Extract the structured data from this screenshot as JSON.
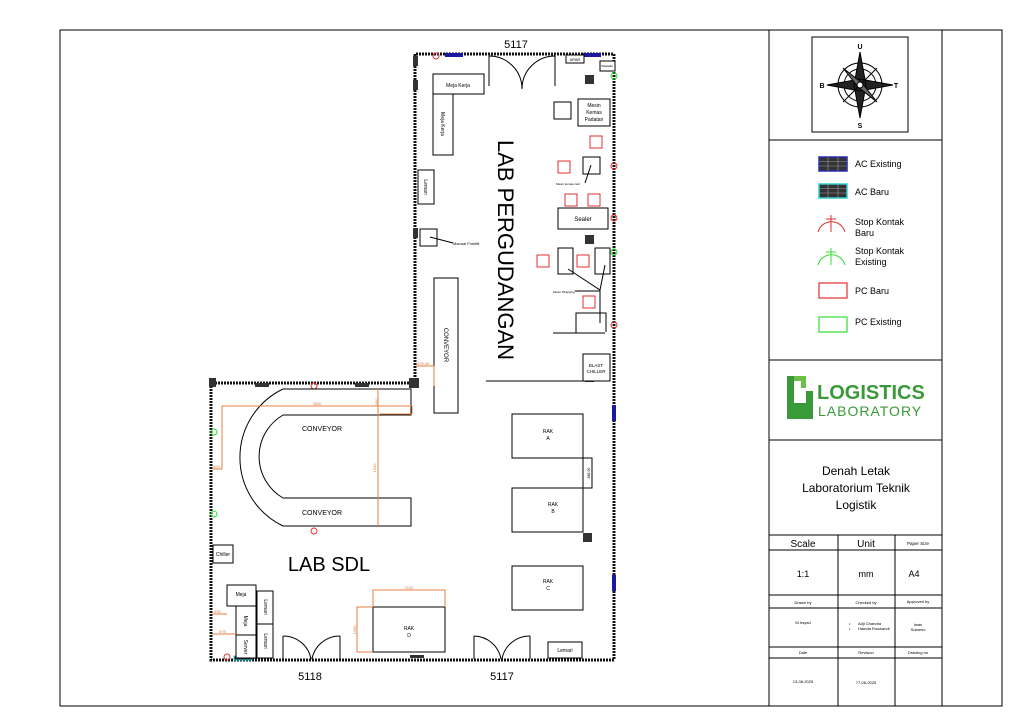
{
  "drawing": {
    "dim_top": "5117",
    "dim_bottom_left": "5118",
    "dim_bottom_right": "5117",
    "rooms": {
      "upper": "LAB PERGUDANGAN",
      "lower": "LAB SDL"
    },
    "labels": {
      "meja_kerja_1": "Meja Kerja",
      "meja_kerja_2": "Meja Kerja",
      "apar": "APAR",
      "wastafel": "Wastafel",
      "mesin_kemas_padatan": [
        "Mesin",
        "Kemas",
        "Padatan"
      ],
      "mesin_kemas_cair": "Mesin kemas cairr",
      "lemari_upper": "Lemari",
      "sealer": "Sealer",
      "manual_forklift": "Manual Forklift",
      "mesin_wrapping": "Mesin Wrapping",
      "conveyor_vertical": "CONVEYOR",
      "blast_chiller": [
        "BLAST",
        "CHILLER"
      ],
      "conveyor_top": "CONVEYOR",
      "conveyor_bottom": "CONVEYOR",
      "rak_a": [
        "RAK",
        "A"
      ],
      "rak_b": [
        "RAK",
        "B"
      ],
      "rak_c": [
        "RAK",
        "C"
      ],
      "rak_d": [
        "RAK",
        "D"
      ],
      "chiller": "Chiller",
      "meja_1": "Meja",
      "meja_2": "Meja",
      "server": "Server",
      "lemari_1": "Lemari",
      "lemari_2": "Lemari",
      "lemari_bottom": "Lemari"
    },
    "dimensions": {
      "d1": "525.00",
      "d2": "3690",
      "d3": "600",
      "d4": "1500",
      "d5": "500",
      "d6": "888.00",
      "d7": "2100",
      "d8": "1300",
      "d9": "435",
      "d10": "675"
    }
  },
  "compass": {
    "north": "U",
    "south": "S",
    "west": "B",
    "east": "T"
  },
  "legend": [
    {
      "icon": "ac-existing-icon",
      "label": "AC Existing",
      "color": "#2a2ab0"
    },
    {
      "icon": "ac-new-icon",
      "label": "AC Baru",
      "color": "#30d0d0"
    },
    {
      "icon": "outlet-new-icon",
      "label": [
        "Stop Kontak",
        "Baru"
      ],
      "color": "#e03030"
    },
    {
      "icon": "outlet-existing-icon",
      "label": [
        "Stop Kontak",
        "Existing"
      ],
      "color": "#30e030"
    },
    {
      "icon": "pc-new-icon",
      "label": "PC Baru",
      "color": "#e03030"
    },
    {
      "icon": "pc-existing-icon",
      "label": "PC Existing",
      "color": "#30e030"
    }
  ],
  "logo": {
    "line1": "LOGISTICS",
    "line2": "LABORATORY",
    "color": "#3a9a3a"
  },
  "title": [
    "Denah Letak",
    "Laboratorium Teknik",
    "Logistik"
  ],
  "title_block": {
    "scale_label": "Scale",
    "unit_label": "Unit",
    "paper_label": "Paper Size",
    "scale": "1:1",
    "unit": "mm",
    "paper": "A4",
    "drawn_label": "Drawn by",
    "checked_label": "Checked by",
    "approved_label": "Approved by",
    "drawn": "M.Irsyad",
    "checked": [
      "Adji Chandra",
      "Hamda Ruswandi"
    ],
    "approved": [
      "Iwan",
      "Sukarno"
    ],
    "date_label": "Date",
    "revision_label": "Revision",
    "drawing_no_label": "Drawing no",
    "date": "13-08-2025",
    "revision": "77-08-2025",
    "drawing_no": ""
  }
}
